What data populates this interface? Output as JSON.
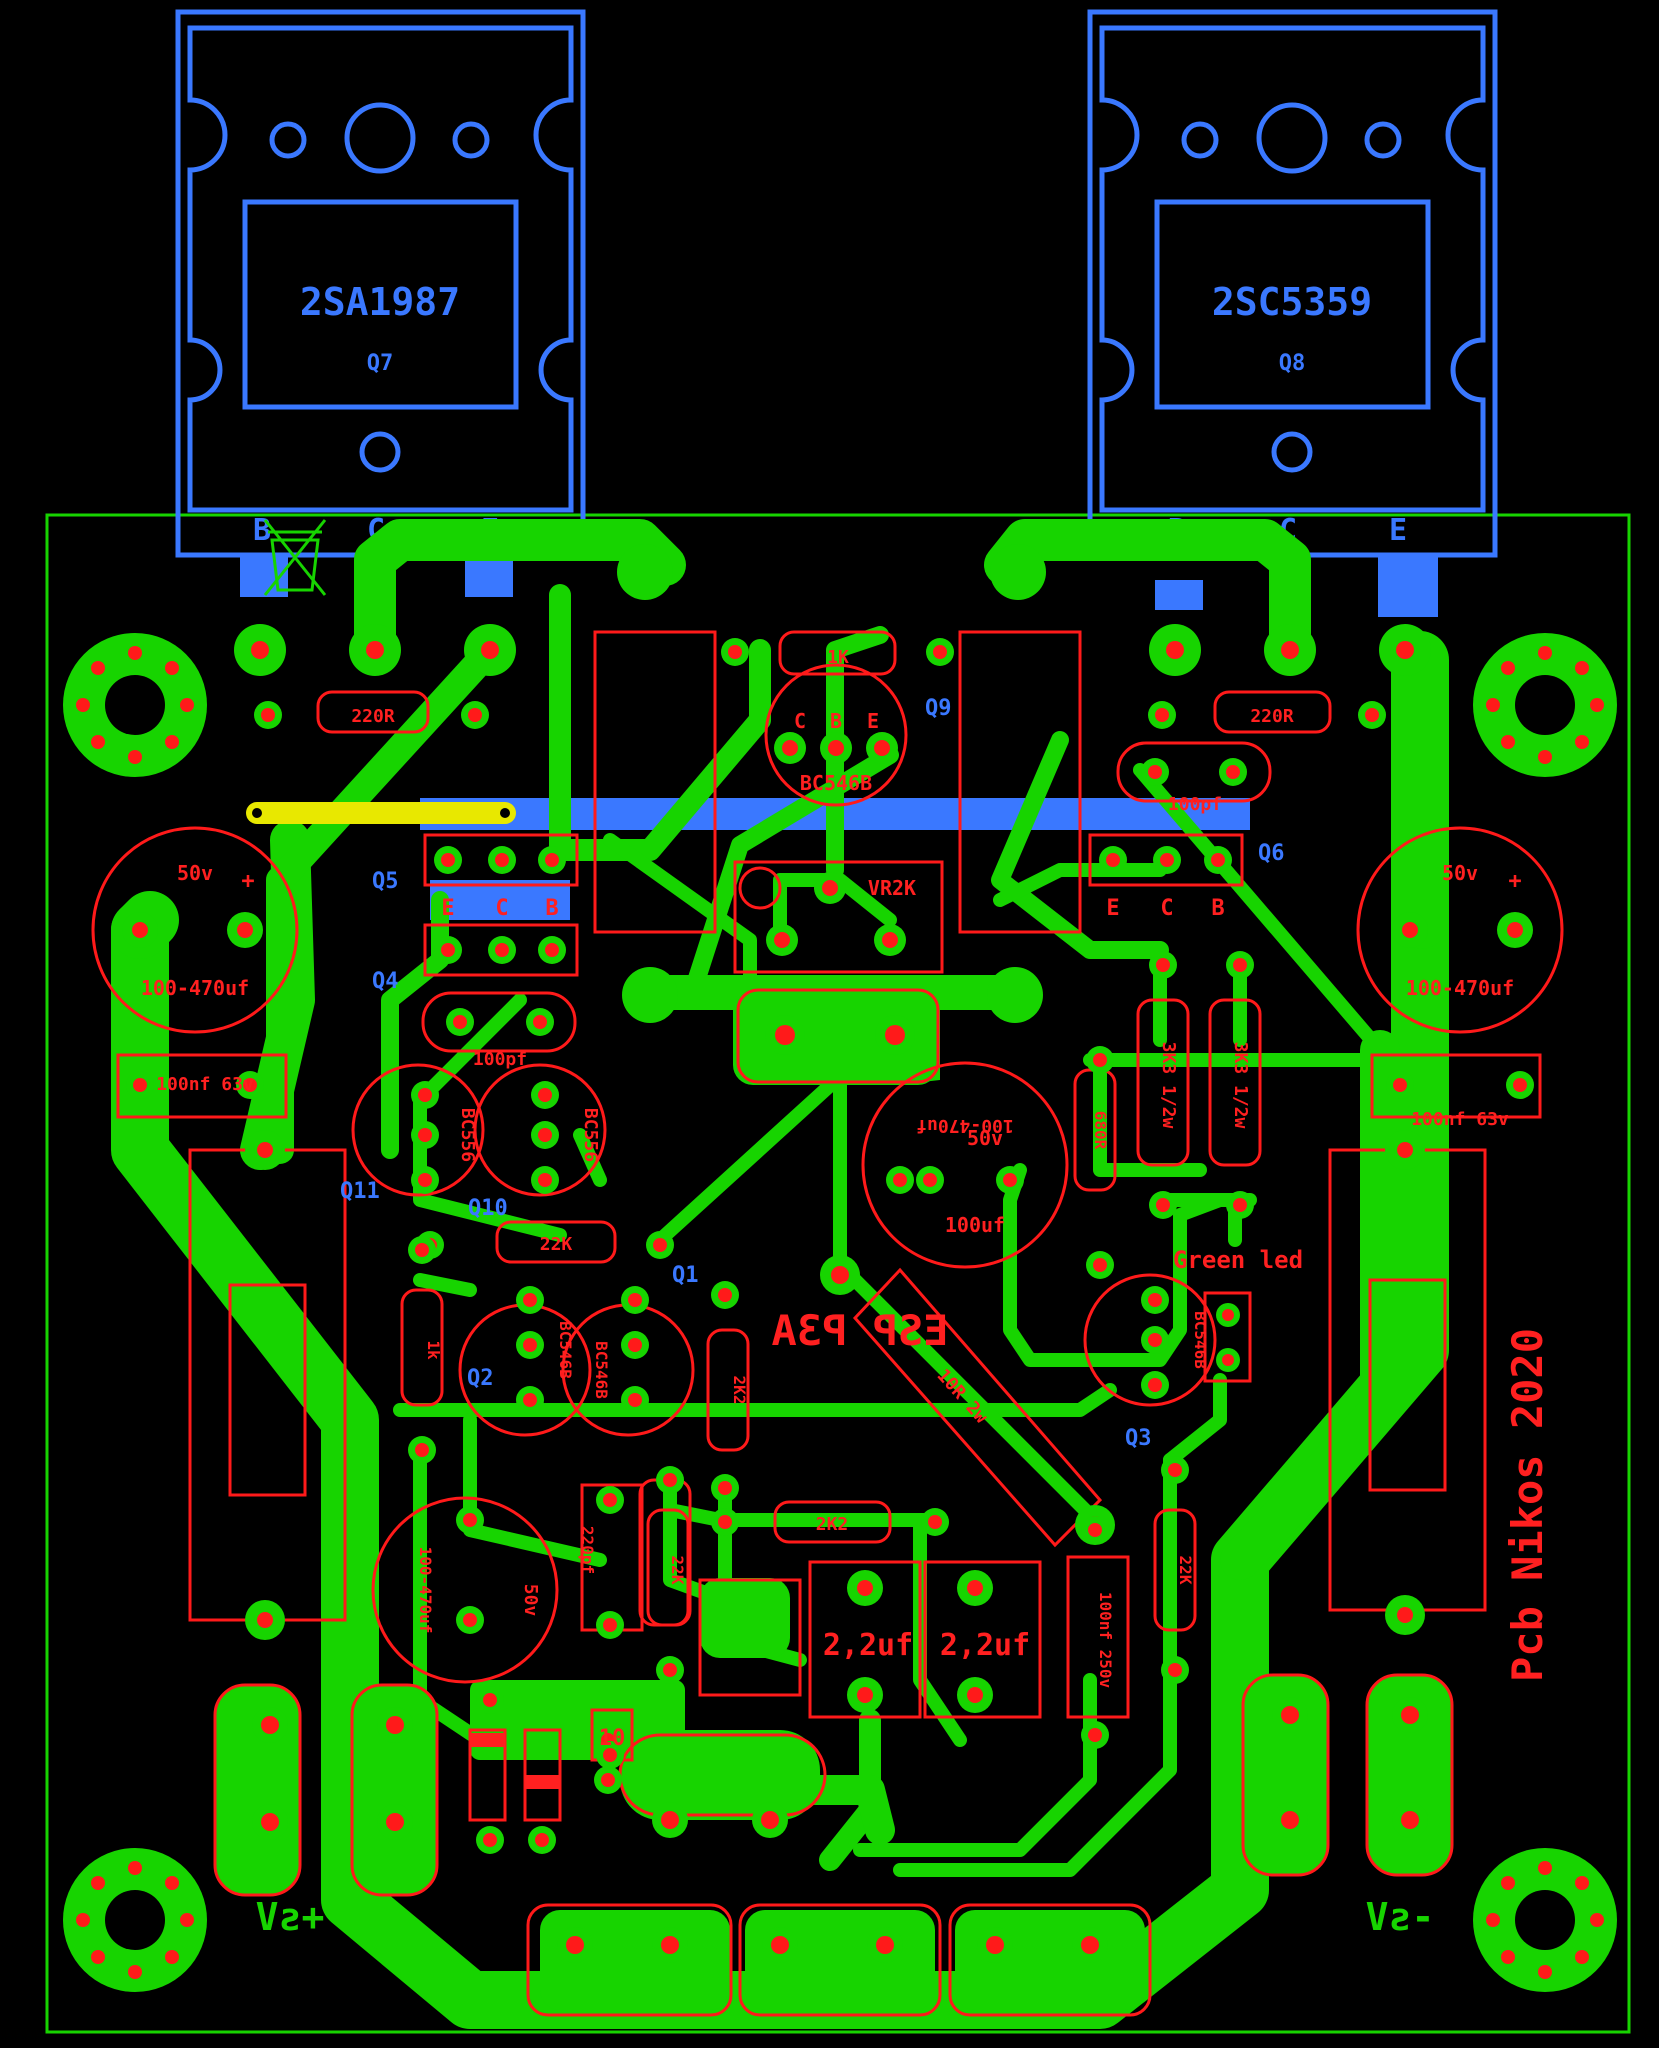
{
  "colors": {
    "copper_bottom": "#17d400",
    "silkscreen": "#ff1a1a",
    "copper_top": "#3a78ff",
    "jumper": "#e8e800",
    "outline": "#17d400",
    "background": "#000000"
  },
  "transistors_power": [
    {
      "part": "2SA1987",
      "ref": "Q7",
      "pins": [
        "B",
        "C",
        "E"
      ]
    },
    {
      "part": "2SC5359",
      "ref": "Q8",
      "pins": [
        "B",
        "C",
        "E"
      ]
    }
  ],
  "labels": {
    "q9_ref": "Q9",
    "q9_part": "BC546B",
    "q9_pins": [
      "C",
      "B",
      "E"
    ],
    "q5_ref": "Q5",
    "q4_ref": "Q4",
    "q6_ref": "Q6",
    "q5_pins": [
      "E",
      "C",
      "B"
    ],
    "q6_pins": [
      "E",
      "C",
      "B"
    ],
    "q11_ref": "Q11",
    "q10_ref": "Q10",
    "q1_ref": "Q1",
    "q2_ref": "Q2",
    "q3_ref": "Q3",
    "bc556": "BC556",
    "bc546b": "BC546B",
    "r_1k": "1K",
    "r_220r": "220R",
    "r_22k": "22K",
    "r_1k_small": "1k",
    "r_2k2": "2K2",
    "r_3k3": "3K3 1/2w",
    "r_680r": "680R",
    "r_10r": "10R 2w",
    "c_100pf": "100pf",
    "c_50v": "50v",
    "c_100_470": "100-470uf",
    "c_100nf_63v": "100nf 63v",
    "c_100uf": "100uf",
    "c_50v_mid": "50v",
    "c_100_470_mid": "100-470uf",
    "c_220pf": "220pf",
    "c_2u2": "2,2uf",
    "c_100nf_250v": "100nf 250v",
    "c_50v_left": "50v",
    "c_100_470_left": "100-470uf",
    "vr": "VR2K",
    "green_led": "Green led",
    "r10": "10",
    "esp_title": "ESP P3A",
    "credit": "Pcb Nikos 2020",
    "plus_v": "+sV",
    "minus_v": "-sV"
  }
}
